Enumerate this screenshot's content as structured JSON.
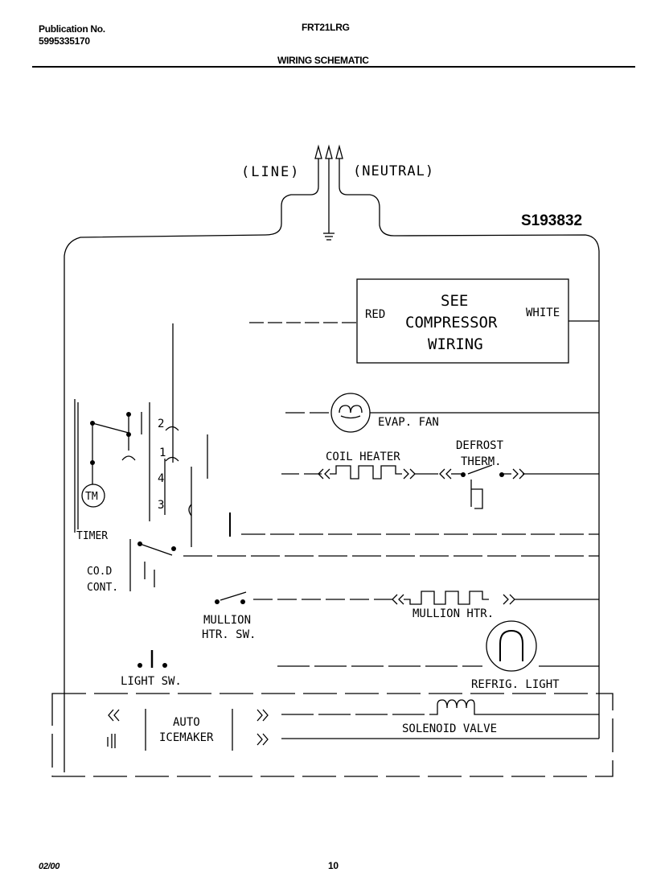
{
  "header": {
    "publication_label": "Publication No.",
    "publication_number": "5995335170",
    "model": "FRT21LRG",
    "section_title": "WIRING SCHEMATIC"
  },
  "diagram": {
    "part_number": "S193832",
    "line_label": "(LINE)",
    "neutral_label": "(NEUTRAL)",
    "compressor": {
      "line1": "SEE",
      "line2": "COMPRESSOR",
      "line3": "WIRING",
      "red_label": "RED",
      "white_label": "WHITE"
    },
    "evap_fan_label": "EVAP. FAN",
    "coil_heater_label": "COIL HEATER",
    "defrost_therm_line1": "DEFROST",
    "defrost_therm_line2": "THERM.",
    "timer_label": "TIMER",
    "timer_motor_label": "TM",
    "timer_terminals": [
      "2",
      "1",
      "4",
      "3"
    ],
    "cold_control_line1": "CO.D",
    "cold_control_line2": "CONT.",
    "mullion_sw_line1": "MULLION",
    "mullion_sw_line2": "HTR. SW.",
    "mullion_htr_label": "MULLION HTR.",
    "light_sw_label": "LIGHT SW.",
    "refrig_light_label": "REFRIG. LIGHT",
    "icemaker_line1": "AUTO",
    "icemaker_line2": "ICEMAKER",
    "solenoid_label": "SOLENOID VALVE"
  },
  "footer": {
    "date": "02/00",
    "page": "10"
  }
}
